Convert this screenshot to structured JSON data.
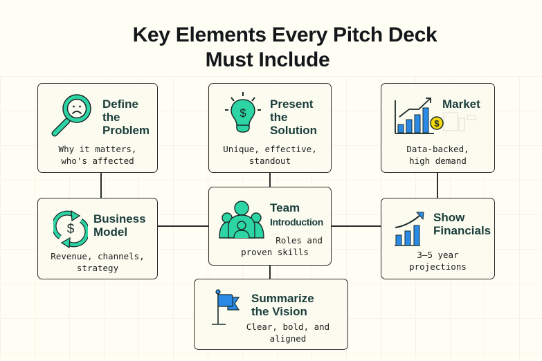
{
  "title": {
    "line1": "Key Elements Every Pitch Deck",
    "line2": "Must Include"
  },
  "colors": {
    "background": "#fefef4",
    "card": "#fbfbf0",
    "border": "#2a2a2a",
    "heading": "#1a3d3a",
    "accent_green": "#2dd4a4",
    "accent_blue": "#2b8ae6",
    "coin_yellow": "#f5d90a"
  },
  "cards": {
    "problem": {
      "icon": "magnifier-sad-face-icon",
      "heading1": "Define",
      "heading2": "the",
      "heading3": "Problem",
      "desc1": "Why it matters,",
      "desc2": "who's affected"
    },
    "solution": {
      "icon": "lightbulb-dollar-icon",
      "heading1": "Present",
      "heading2": "the",
      "heading3": "Solution",
      "desc1": "Unique, effective,",
      "desc2": "standout"
    },
    "market": {
      "icon": "bar-chart-coin-icon",
      "heading1": "Market",
      "desc1": "Data-backed,",
      "desc2": "high demand"
    },
    "business": {
      "icon": "cycle-dollar-icon",
      "heading1": "Business",
      "heading2": "Model",
      "desc1": "Revenue, channels,",
      "desc2": "strategy"
    },
    "team": {
      "icon": "team-people-icon",
      "heading1": "Team",
      "heading2": "Introduction",
      "desc1": "Roles and",
      "desc2": "proven skills"
    },
    "financials": {
      "icon": "growth-chart-icon",
      "heading1": "Show",
      "heading2": "Financials",
      "desc1": "3–5 year",
      "desc2": "projections"
    },
    "vision": {
      "icon": "flag-icon",
      "heading1": "Summarize",
      "heading2": "the Vision",
      "desc1": "Clear, bold, and",
      "desc2": "aligned"
    }
  }
}
